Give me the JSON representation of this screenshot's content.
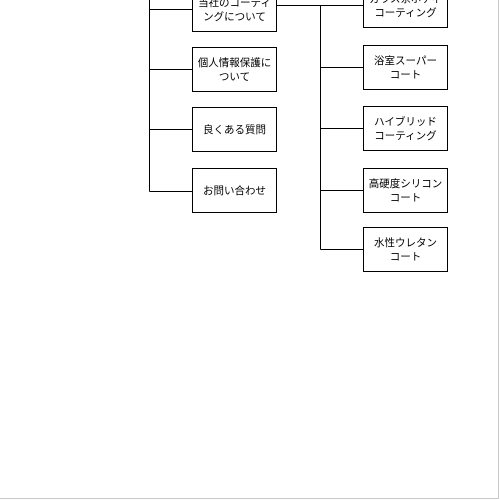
{
  "sitemap": {
    "left_column": [
      {
        "label": "当社のコーティ\nングについて"
      },
      {
        "label": "個人情報保護に\nついて"
      },
      {
        "label": "良くある質問"
      },
      {
        "label": "お問い合わせ"
      }
    ],
    "right_column": [
      {
        "label": "ガラス系ボディ\nコーティング"
      },
      {
        "label": "浴室スーパー\nコート"
      },
      {
        "label": "ハイブリッド\nコーティング"
      },
      {
        "label": "高硬度シリコン\nコート"
      },
      {
        "label": "水性ウレタン\nコート"
      }
    ]
  },
  "colors": {
    "line": "#000000",
    "box_border": "#000000",
    "background": "#ffffff"
  }
}
